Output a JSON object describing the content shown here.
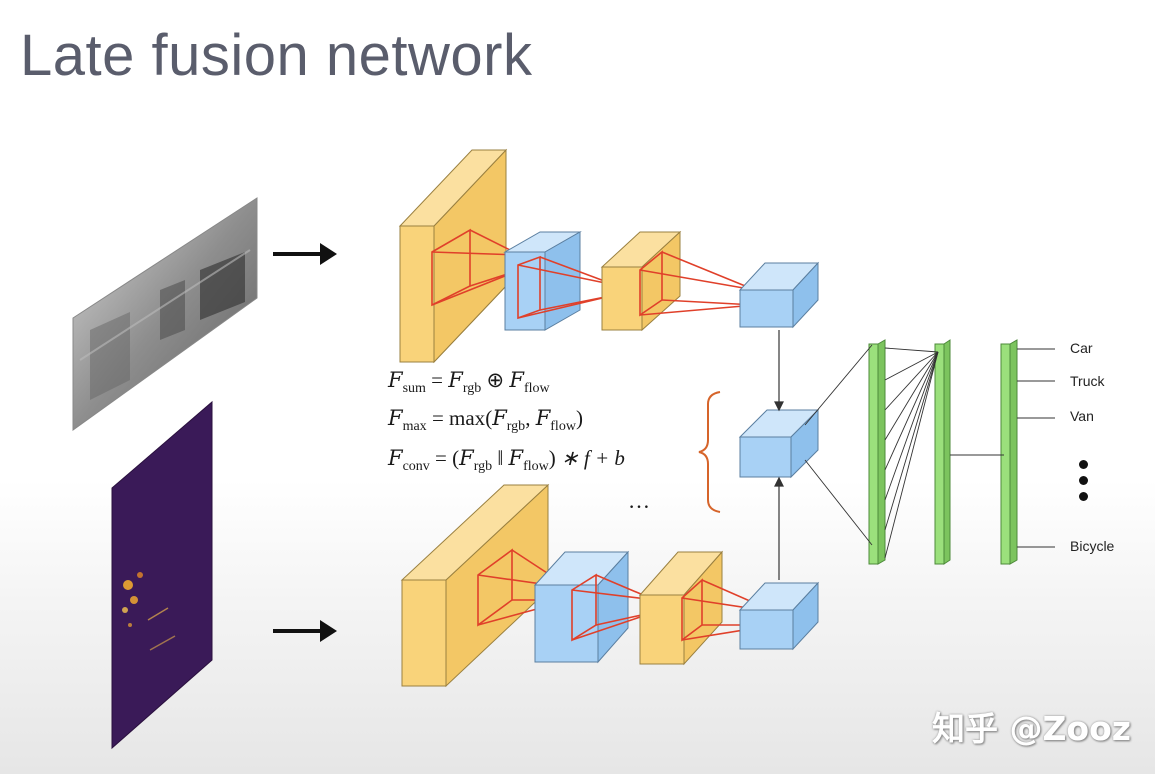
{
  "title": "Late fusion network",
  "equations": {
    "sum": {
      "lhs": "F",
      "lhs_sub": "sum",
      "rhs_a": "F",
      "rhs_a_sub": "rgb",
      "op": "⊕",
      "rhs_b": "F",
      "rhs_b_sub": "flow"
    },
    "max": {
      "lhs": "F",
      "lhs_sub": "max",
      "fn": "max",
      "rhs_a": "F",
      "rhs_a_sub": "rgb",
      "rhs_b": "F",
      "rhs_b_sub": "flow"
    },
    "conv": {
      "lhs": "F",
      "lhs_sub": "conv",
      "rhs_a": "F",
      "rhs_a_sub": "rgb",
      "op": "‖",
      "rhs_b": "F",
      "rhs_b_sub": "flow",
      "tail": "∗ f + b"
    },
    "ellipsis": "…"
  },
  "classes": [
    "Car",
    "Truck",
    "Van",
    "Bicycle"
  ],
  "watermark": "知乎 @Zooz",
  "colors": {
    "conv_block": "#f9d37a",
    "pool_block": "#a8d1f5",
    "fc_layer": "#9be07c",
    "receptive_lines": "#e0402a",
    "flow_image": "#3a1a58"
  },
  "icons": [
    "arrow-right-icon",
    "arrow-right-icon"
  ]
}
